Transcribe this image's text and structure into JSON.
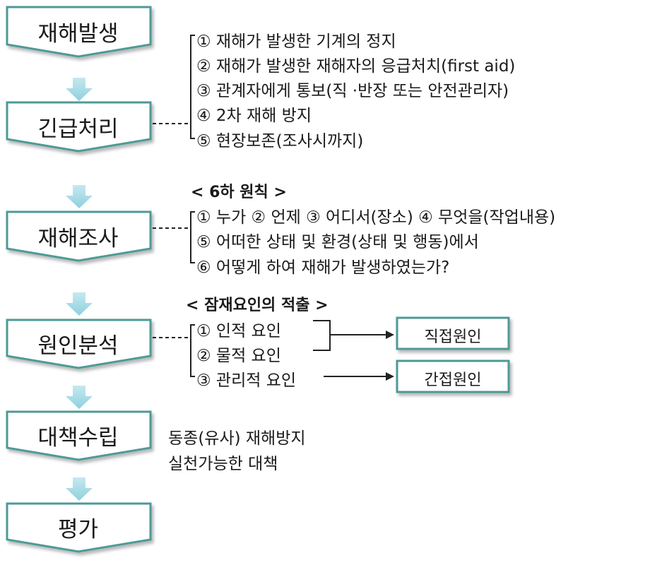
{
  "steps": [
    {
      "label": "재해발생"
    },
    {
      "label": "긴급처리"
    },
    {
      "label": "재해조사"
    },
    {
      "label": "원인분석"
    },
    {
      "label": "대책수립"
    },
    {
      "label": "평가"
    }
  ],
  "emergency": {
    "items": [
      "① 재해가 발생한 기계의 정지",
      "② 재해가 발생한 재해자의 응급처치(first aid)",
      "③ 관계자에게 통보(직 ·반장 또는 안전관리자)",
      "④ 2차 재해 방지",
      "⑤ 현장보존(조사시까지)"
    ]
  },
  "investigation": {
    "heading": "< 6하 원칙 >",
    "items": [
      "① 누가  ② 언제  ③ 어디서(장소)  ④ 무엇을(작업내용)",
      "⑤ 어떠한 상태 및 환경(상태 및 행동)에서",
      "⑥ 어떻게 하여 재해가 발생하였는가?"
    ]
  },
  "analysis": {
    "heading": "< 잠재요인의 적출 >",
    "items": [
      "① 인적 요인",
      "② 물적 요인",
      "③ 관리적 요인"
    ],
    "results": [
      "직접원인",
      "간접원인"
    ]
  },
  "countermeasure": {
    "items": [
      "동종(유사) 재해방지",
      "실천가능한 대책"
    ]
  },
  "colors": {
    "box_stroke": "#4e9a96",
    "box_fill": "#ffffff",
    "arrow": "#a6dbe6"
  }
}
